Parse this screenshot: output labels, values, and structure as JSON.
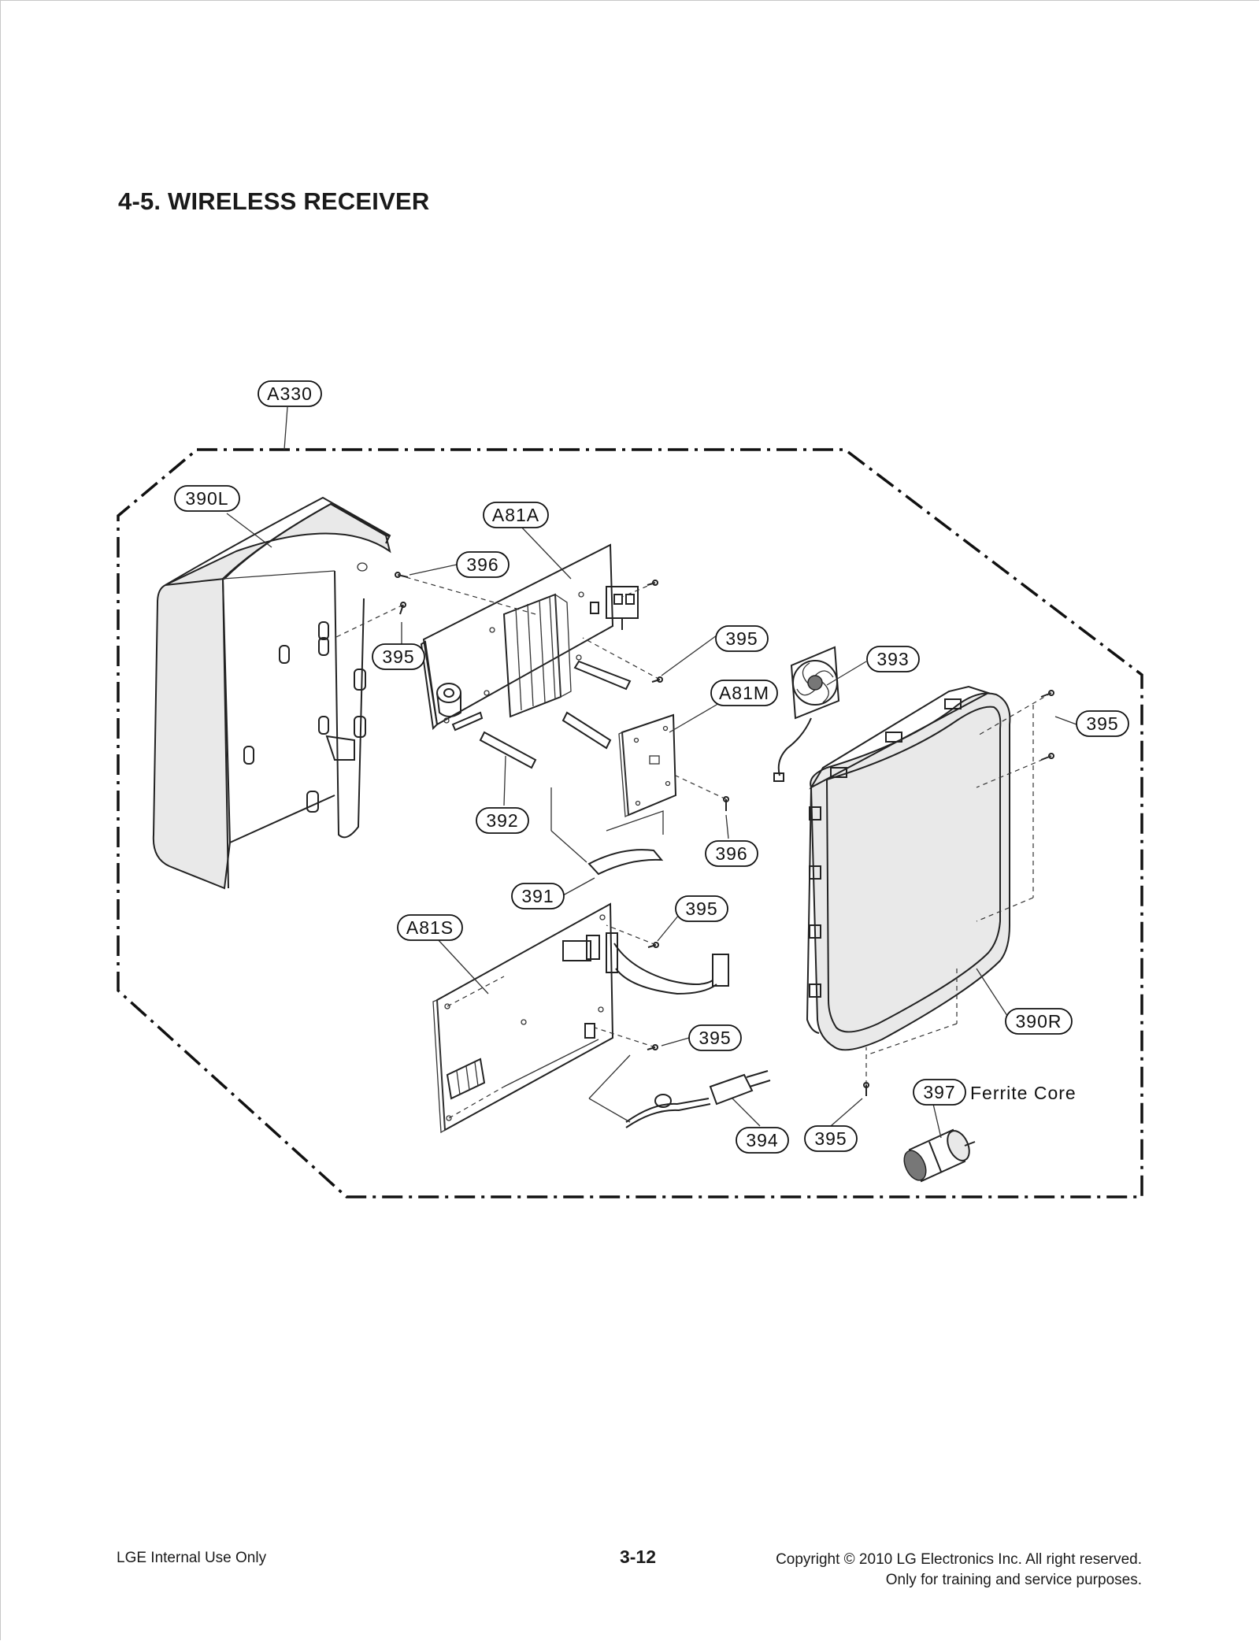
{
  "page": {
    "section_title": "4-5. WIRELESS RECEIVER",
    "footer_left": "LGE Internal Use Only",
    "page_number": "3-12",
    "copyright_line1": "Copyright © 2010 LG Electronics Inc. All right reserved.",
    "copyright_line2": "Only for training and service purposes."
  },
  "callouts": {
    "a330": "A330",
    "p390l": "390L",
    "a81a": "A81A",
    "p396_top": "396",
    "p395_left": "395",
    "p395_a81a": "395",
    "p393": "393",
    "a81m": "A81M",
    "p395_right": "395",
    "p392": "392",
    "p396_mid": "396",
    "p391": "391",
    "p395_a81s_top": "395",
    "a81s": "A81S",
    "p390r": "390R",
    "p395_cord": "395",
    "p397": "397",
    "p397_label": "Ferrite Core",
    "p394": "394",
    "p395_bottom": "395"
  }
}
